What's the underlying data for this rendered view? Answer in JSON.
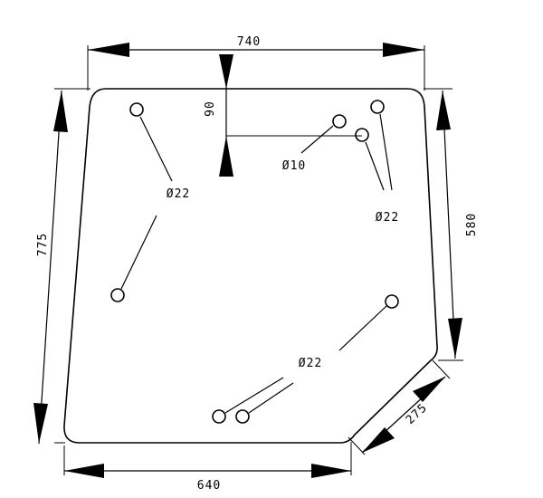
{
  "dimensions": {
    "top_width": "740",
    "left_height": "775",
    "right_height": "580",
    "bottom_width": "640",
    "chamfer": "275",
    "hole_offset": "90"
  },
  "callouts": {
    "left_hole": "Ø22",
    "small_hole": "Ø10",
    "right_holes": "Ø22",
    "bottom_holes": "Ø22"
  }
}
